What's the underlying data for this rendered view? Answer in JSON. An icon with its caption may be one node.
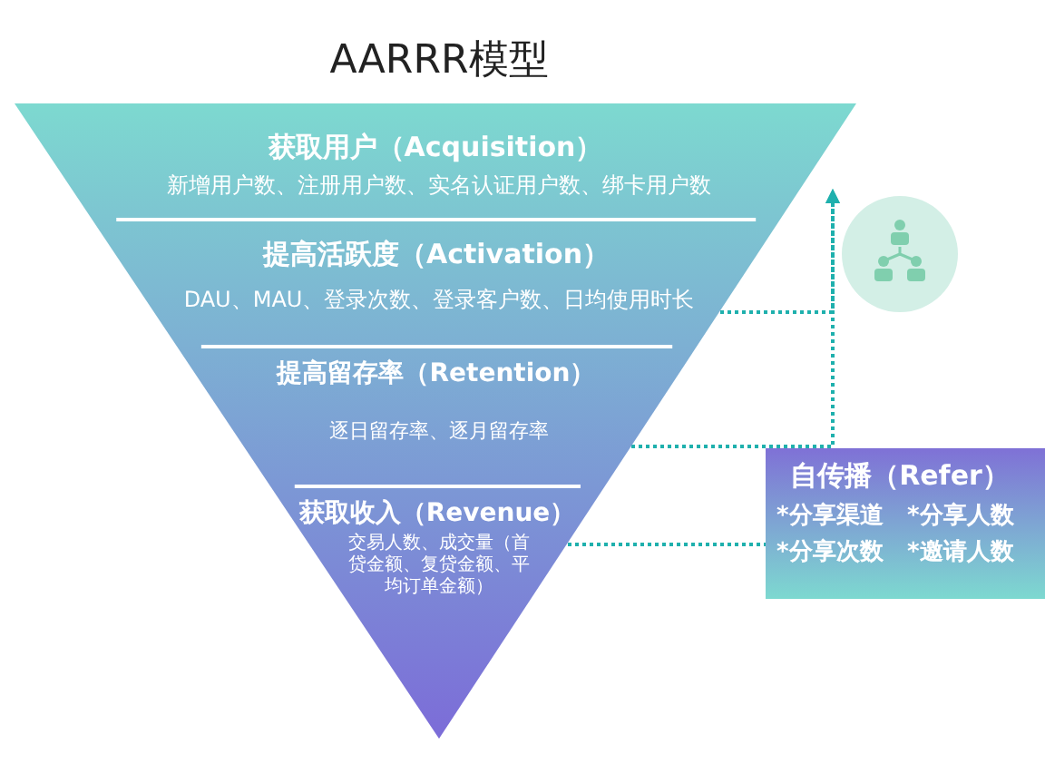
{
  "diagram": {
    "title": "AARRR模型",
    "nodes": [
      {
        "text": [
          "获取用户（Acquisition）",
          "新增用户数、注册用户数、实名认证用户数、绑卡用户数"
        ]
      },
      {
        "text": [
          "提高活跃度（Activation）",
          "DAU、MAU、登录次数、登录客户数、日均使用时长"
        ]
      },
      {
        "text": [
          "提高留存率（Retention）",
          "逐日留存率、逐月留存率"
        ]
      },
      {
        "text": [
          "获取收入（Revenue）",
          "交易人数、成交量（首贷金额、复贷金额、平均订单金额）"
        ]
      },
      {
        "text": [
          "自传播（Refer）",
          "*分享渠道",
          "*分享人数",
          "*分享次数",
          "*邀请人数"
        ]
      }
    ],
    "edges": [
      {
        "from": 1,
        "to": 0,
        "arrow": "to",
        "style": "dashed"
      },
      {
        "from": 2,
        "to": 0,
        "arrow": "to",
        "style": "dashed"
      },
      {
        "from": 3,
        "to": 4,
        "arrow": "none",
        "style": "dashed"
      }
    ]
  }
}
